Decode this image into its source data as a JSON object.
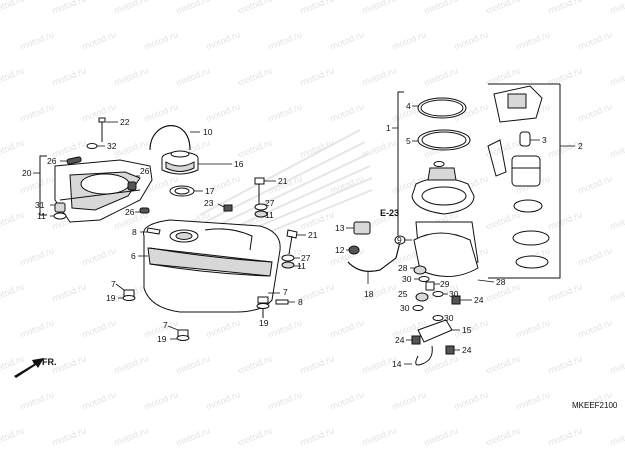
{
  "watermark": "motod.ru",
  "reference_label": "E-23",
  "front_label": "FR.",
  "diagram_code": "MKEEF2100",
  "callouts": [
    "1",
    "2",
    "3",
    "4",
    "5",
    "6",
    "7",
    "8",
    "9",
    "10",
    "11",
    "12",
    "13",
    "14",
    "15",
    "16",
    "17",
    "18",
    "19",
    "20",
    "21",
    "22",
    "23",
    "24",
    "25",
    "26",
    "27",
    "28",
    "29",
    "30",
    "31",
    "32"
  ]
}
